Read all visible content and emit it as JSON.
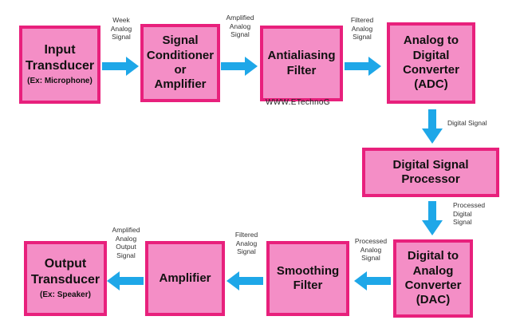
{
  "colors": {
    "box_fill": "#f48ec6",
    "box_border": "#e8207c",
    "arrow": "#1ea7e8"
  },
  "blocks": {
    "input_transducer": {
      "title": "Input\nTransducer",
      "sub": "(Ex: Microphone)"
    },
    "signal_conditioner": {
      "title": "Signal\nConditioner\nor\nAmplifier"
    },
    "antialiasing_filter": {
      "title": "Antialiasing\nFilter"
    },
    "adc": {
      "title": "Analog to\nDigital\nConverter\n(ADC)"
    },
    "dsp": {
      "title": "Digital Signal Processor"
    },
    "dac": {
      "title": "Digital to\nAnalog\nConverter\n(DAC)"
    },
    "smoothing_filter": {
      "title": "Smoothing\nFilter"
    },
    "amplifier": {
      "title": "Amplifier"
    },
    "output_transducer": {
      "title": "Output\nTransducer",
      "sub": "(Ex: Speaker)"
    }
  },
  "labels": {
    "week_analog": "Week\nAnalog\nSignal",
    "amplified_analog_top": "Amplified\nAnalog\nSignal",
    "filtered_analog_top": "Filtered\nAnalog\nSignal",
    "digital_signal": "Digital Signal",
    "processed_digital": "Processed\nDigital\nSignal",
    "processed_analog": "Processed\nAnalog\nSignal",
    "filtered_analog_bottom": "Filtered\nAnalog\nSignal",
    "amplified_analog_output": "Amplified\nAnalog\nOutput\nSignal"
  },
  "watermark": "WWW.ETechnoG"
}
